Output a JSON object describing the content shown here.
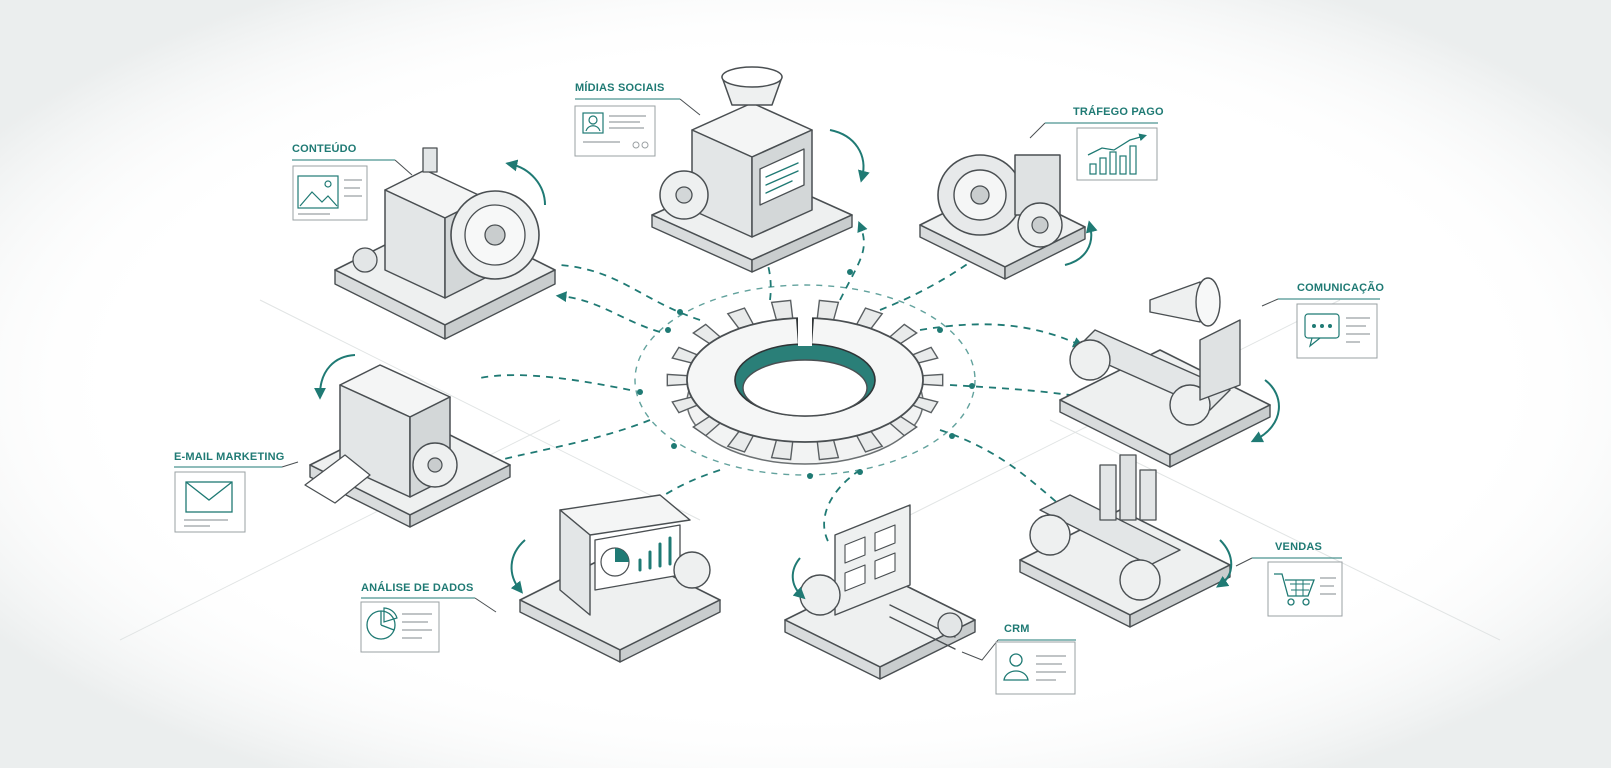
{
  "colors": {
    "accent": "#1f7a74",
    "ink": "#4a4f52",
    "ink_light": "#9aa0a3",
    "paper": "#ffffff"
  },
  "hub": {
    "icon": "central-gear-icon"
  },
  "modules": [
    {
      "id": "midias-sociais",
      "label": "MÍDIAS SOCIAIS",
      "icon": "profile-card-icon"
    },
    {
      "id": "trafego-pago",
      "label": "TRÁFEGO PAGO",
      "icon": "bar-growth-chart-icon"
    },
    {
      "id": "conteudo",
      "label": "CONTEÚDO",
      "icon": "image-icon"
    },
    {
      "id": "comunicacao",
      "label": "COMUNICAÇÃO",
      "icon": "chat-bubble-icon"
    },
    {
      "id": "email-marketing",
      "label": "E-MAIL MARKETING",
      "icon": "envelope-icon"
    },
    {
      "id": "vendas",
      "label": "VENDAS",
      "icon": "shopping-cart-icon"
    },
    {
      "id": "analise-de-dados",
      "label": "ANÁLISE DE DADOS",
      "icon": "pie-chart-icon"
    },
    {
      "id": "crm",
      "label": "CRM",
      "icon": "user-card-icon"
    }
  ]
}
